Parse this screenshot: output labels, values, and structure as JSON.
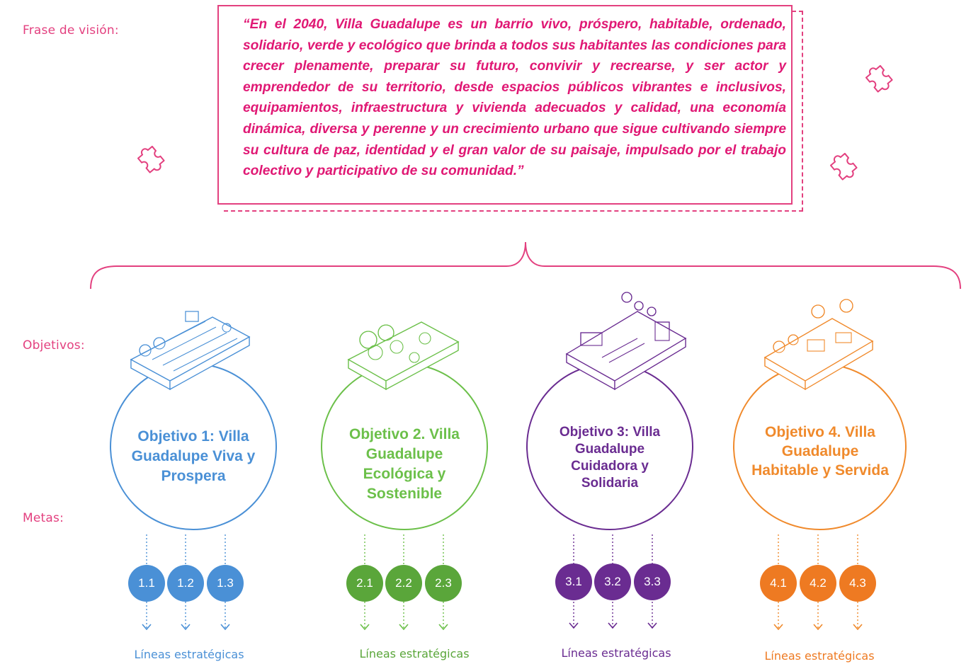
{
  "labels": {
    "vision": "Frase de visión:",
    "objectives": "Objetivos:",
    "goals": "Metas:"
  },
  "vision_text": "“En el 2040, Villa Guadalupe es un barrio vivo, próspero, habitable, ordenado, solidario, verde y ecológico que brinda a todos sus habitantes las condiciones para crecer plenamente, preparar su futuro, convivir y recrearse, y ser actor y emprendedor de su territorio, desde espacios públicos vibrantes e inclusivos, equipamientos, infraestructura y vivienda adecuados y calidad, una economía dinámica, diversa y perenne y un crecimiento urbano que sigue cultivando siempre su cultura de paz, identidad y el gran valor de su paisaje, impulsado por el trabajo colectivo y participativo de su comunidad.”",
  "objectives": [
    {
      "title": "Objetivo 1: Villa Guadalupe Viva y Prospera",
      "color": "#4a90d6",
      "goals": [
        "1.1",
        "1.2",
        "1.3"
      ],
      "lines_label": "Líneas estratégicas"
    },
    {
      "title": "Objetivo 2. Villa Guadalupe Ecológica y Sostenible",
      "color": "#6cc04a",
      "goals": [
        "2.1",
        "2.2",
        "2.3"
      ],
      "lines_label": "Líneas estratégicas"
    },
    {
      "title": "Objetivo 3: Villa Guadalupe Cuidadora y Solidaria",
      "color": "#6a2c91",
      "goals": [
        "3.1",
        "3.2",
        "3.3"
      ],
      "lines_label": "Líneas estratégicas"
    },
    {
      "title": "Objetivo 4. Villa Guadalupe Habitable y Servida",
      "color": "#f08a2c",
      "goals": [
        "4.1",
        "4.2",
        "4.3"
      ],
      "lines_label": "Líneas estratégicas"
    }
  ],
  "colors": {
    "accent": "#e3407f",
    "goal_fills": [
      "#4a90d6",
      "#5aa63a",
      "#6a2c91",
      "#ee7a22"
    ]
  },
  "icons": [
    "puzzle-piece-icon",
    "isometric-block-illustration"
  ]
}
